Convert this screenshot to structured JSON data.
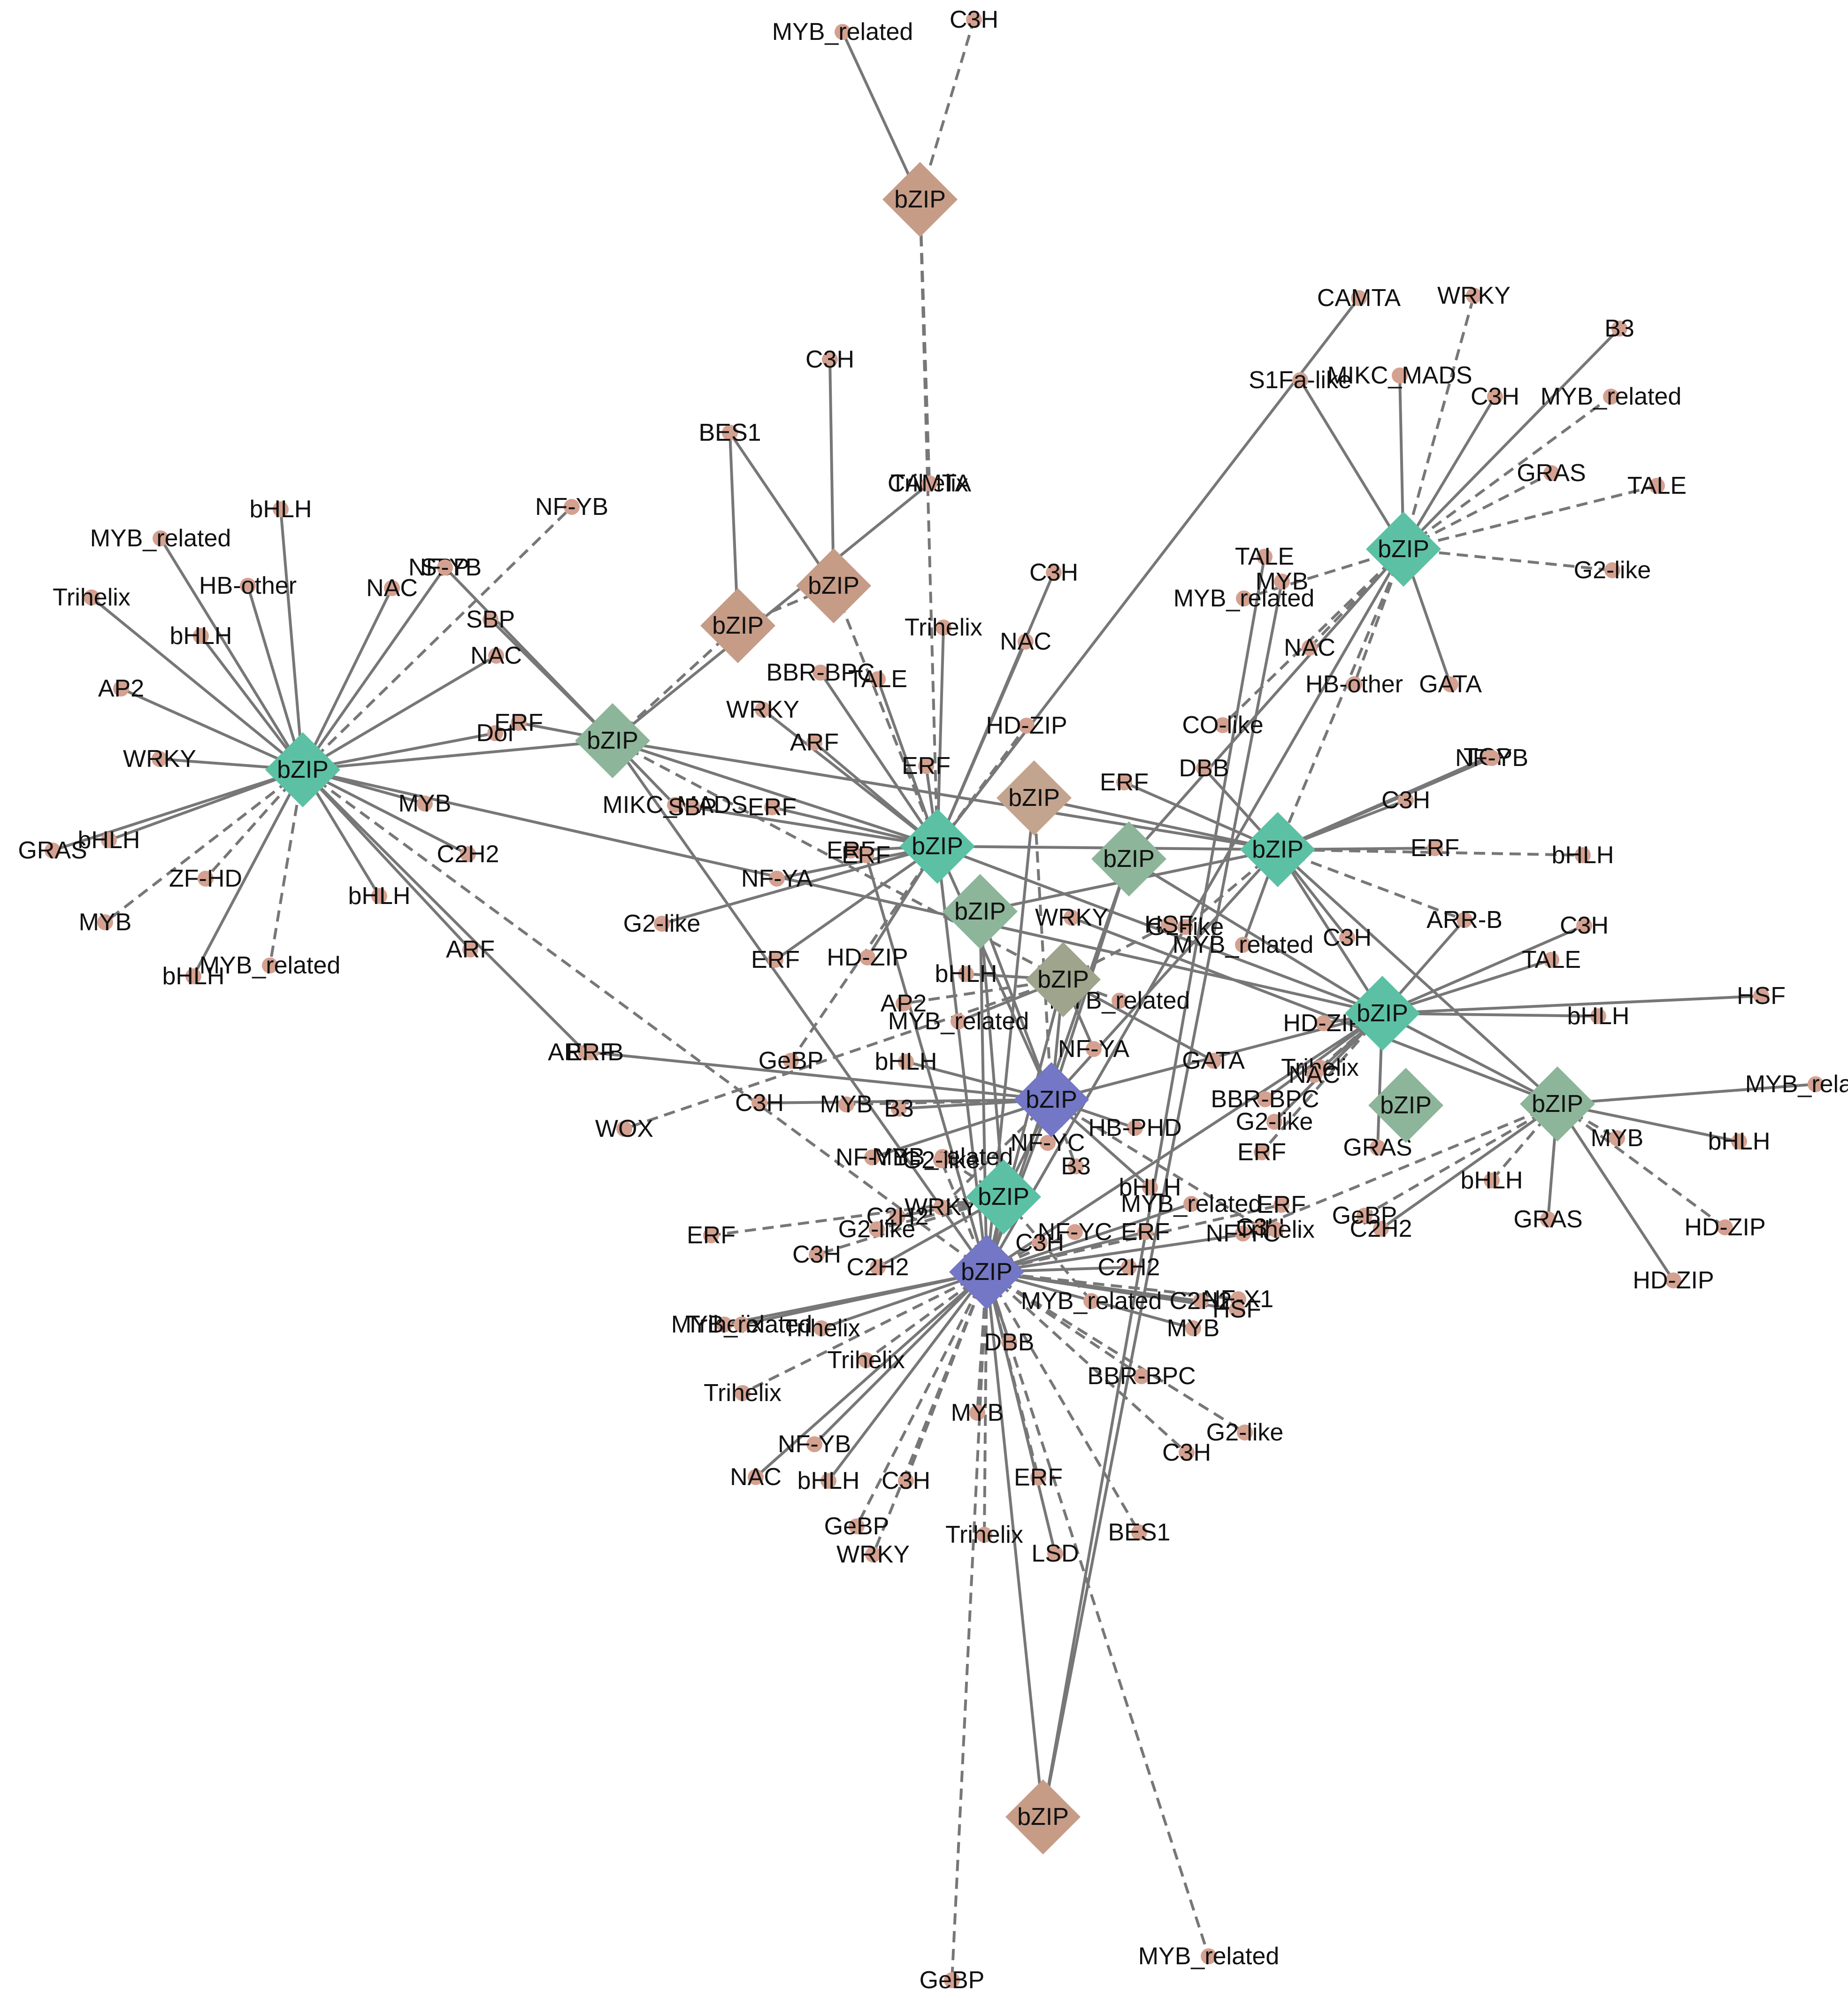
{
  "colors": {
    "hub_teal": "#5cc1a4",
    "hub_sage": "#8db59a",
    "hub_olive": "#9fa48c",
    "hub_violet": "#7377c6",
    "hub_tan": "#c69c87",
    "hub_brown": "#c3a48e",
    "tf_dot": "#d4a190",
    "edge": "#777777"
  },
  "hubs": [
    {
      "id": "H1",
      "label": "bZIP",
      "color": "tan"
    },
    {
      "id": "H2",
      "label": "bZIP",
      "color": "tan"
    },
    {
      "id": "H3",
      "label": "bZIP",
      "color": "tan"
    },
    {
      "id": "H4",
      "label": "bZIP",
      "color": "sage"
    },
    {
      "id": "H5",
      "label": "bZIP",
      "color": "teal"
    },
    {
      "id": "H6",
      "label": "bZIP",
      "color": "sage"
    },
    {
      "id": "H7",
      "label": "bZIP",
      "color": "teal"
    },
    {
      "id": "H8",
      "label": "bZIP",
      "color": "brown"
    },
    {
      "id": "H9",
      "label": "bZIP",
      "color": "sage"
    },
    {
      "id": "H10",
      "label": "bZIP",
      "color": "teal"
    },
    {
      "id": "H11",
      "label": "bZIP",
      "color": "sage"
    },
    {
      "id": "H12",
      "label": "bZIP",
      "color": "olive"
    },
    {
      "id": "H13",
      "label": "bZIP",
      "color": "teal"
    },
    {
      "id": "H14",
      "label": "bZIP",
      "color": "sage"
    },
    {
      "id": "H15",
      "label": "bZIP",
      "color": "teal"
    },
    {
      "id": "H16",
      "label": "bZIP",
      "color": "violet"
    },
    {
      "id": "H17",
      "label": "bZIP",
      "color": "teal"
    },
    {
      "id": "H18",
      "label": "bZIP",
      "color": "violet"
    },
    {
      "id": "H19",
      "label": "bZIP",
      "color": "tan"
    }
  ],
  "tfs": [
    {
      "label": "MYB_related",
      "hub": "H1",
      "edge": "solid"
    },
    {
      "label": "C3H",
      "hub": "H1",
      "edge": "dashed"
    },
    {
      "label": "Trihelix",
      "hub": "H1",
      "edge": "dashed"
    },
    {
      "label": "C3H",
      "hub": "H3",
      "edge": "solid"
    },
    {
      "label": "BES1",
      "hub": "H3",
      "edge": "solid"
    },
    {
      "label": "BES1",
      "hub": "H2",
      "edge": "solid"
    },
    {
      "label": "bHLH",
      "hub": "H5",
      "edge": "solid"
    },
    {
      "label": "MYB_related",
      "hub": "H5",
      "edge": "solid"
    },
    {
      "label": "Trihelix",
      "hub": "H5",
      "edge": "solid"
    },
    {
      "label": "HB-other",
      "hub": "H5",
      "edge": "solid"
    },
    {
      "label": "bHLH",
      "hub": "H5",
      "edge": "solid"
    },
    {
      "label": "SBP",
      "hub": "H5",
      "edge": "solid"
    },
    {
      "label": "AP2",
      "hub": "H5",
      "edge": "solid"
    },
    {
      "label": "NAC",
      "hub": "H5",
      "edge": "solid"
    },
    {
      "label": "WRKY",
      "hub": "H5",
      "edge": "solid"
    },
    {
      "label": "GRAS",
      "hub": "H5",
      "edge": "solid"
    },
    {
      "label": "bHLH",
      "hub": "H5",
      "edge": "solid"
    },
    {
      "label": "ZF-HD",
      "hub": "H5",
      "edge": "dashed"
    },
    {
      "label": "MYB",
      "hub": "H5",
      "edge": "dashed"
    },
    {
      "label": "bHLH",
      "hub": "H5",
      "edge": "solid"
    },
    {
      "label": "MYB_related",
      "hub": "H5",
      "edge": "dashed"
    },
    {
      "label": "bHLH",
      "hub": "H5",
      "edge": "solid"
    },
    {
      "label": "ARF",
      "hub": "H5",
      "edge": "solid"
    },
    {
      "label": "C2H2",
      "hub": "H5",
      "edge": "solid"
    },
    {
      "label": "MYB",
      "hub": "H5",
      "edge": "solid"
    },
    {
      "label": "Dof",
      "hub": "H5",
      "edge": "solid"
    },
    {
      "label": "NAC",
      "hub": "H5",
      "edge": "solid"
    },
    {
      "label": "ARR-B",
      "hub": "H5",
      "edge": "solid"
    },
    {
      "label": "NF-YB",
      "hub": "H5",
      "edge": "dashed"
    },
    {
      "label": "NF-YB",
      "hub": "H4",
      "edge": "solid"
    },
    {
      "label": "SBP",
      "hub": "H4",
      "edge": "solid"
    },
    {
      "label": "MIKC_MADS",
      "hub": "H4",
      "edge": "solid"
    },
    {
      "label": "ERF",
      "hub": "H4",
      "edge": "solid"
    },
    {
      "label": "CAMTA",
      "hub": "H4",
      "edge": "solid"
    },
    {
      "label": "Trihelix",
      "hub": "H7",
      "edge": "solid"
    },
    {
      "label": "C3H",
      "hub": "H7",
      "edge": "solid"
    },
    {
      "label": "NAC",
      "hub": "H7",
      "edge": "solid"
    },
    {
      "label": "BBR-BPC",
      "hub": "H7",
      "edge": "solid"
    },
    {
      "label": "TALE",
      "hub": "H7",
      "edge": "solid"
    },
    {
      "label": "WRKY",
      "hub": "H7",
      "edge": "solid"
    },
    {
      "label": "ARF",
      "hub": "H7",
      "edge": "solid"
    },
    {
      "label": "ERF",
      "hub": "H7",
      "edge": "solid"
    },
    {
      "label": "HD-ZIP",
      "hub": "H7",
      "edge": "dashed"
    },
    {
      "label": "SBP",
      "hub": "H7",
      "edge": "solid"
    },
    {
      "label": "ERF",
      "hub": "H7",
      "edge": "solid"
    },
    {
      "label": "ERF",
      "hub": "H7",
      "edge": "solid"
    },
    {
      "label": "NF-YA",
      "hub": "H7",
      "edge": "solid"
    },
    {
      "label": "G2-like",
      "hub": "H7",
      "edge": "solid"
    },
    {
      "label": "ERF",
      "hub": "H7",
      "edge": "solid"
    },
    {
      "label": "HD-ZIP",
      "hub": "H7",
      "edge": "solid"
    },
    {
      "label": "GeBP",
      "hub": "H7",
      "edge": "dashed"
    },
    {
      "label": "CAMTA",
      "hub": "H7",
      "edge": "solid"
    },
    {
      "label": "WRKY",
      "hub": "H10",
      "edge": "dashed"
    },
    {
      "label": "B3",
      "hub": "H10",
      "edge": "solid"
    },
    {
      "label": "S1Fa-like",
      "hub": "H10",
      "edge": "solid"
    },
    {
      "label": "MIKC_MADS",
      "hub": "H10",
      "edge": "solid"
    },
    {
      "label": "C3H",
      "hub": "H10",
      "edge": "solid"
    },
    {
      "label": "MYB_related",
      "hub": "H10",
      "edge": "dashed"
    },
    {
      "label": "GRAS",
      "hub": "H10",
      "edge": "dashed"
    },
    {
      "label": "TALE",
      "hub": "H10",
      "edge": "dashed"
    },
    {
      "label": "G2-like",
      "hub": "H10",
      "edge": "dashed"
    },
    {
      "label": "MYB_related",
      "hub": "H10",
      "edge": "dashed"
    },
    {
      "label": "NAC",
      "hub": "H10",
      "edge": "dashed"
    },
    {
      "label": "HB-other",
      "hub": "H10",
      "edge": "dashed"
    },
    {
      "label": "GATA",
      "hub": "H10",
      "edge": "solid"
    },
    {
      "label": "CO-like",
      "hub": "H10",
      "edge": "dashed"
    },
    {
      "label": "TCP",
      "hub": "H13",
      "edge": "solid"
    },
    {
      "label": "ERF",
      "hub": "H13",
      "edge": "solid"
    },
    {
      "label": "DBB",
      "hub": "H13",
      "edge": "solid"
    },
    {
      "label": "C3H",
      "hub": "H13",
      "edge": "solid"
    },
    {
      "label": "NF-YB",
      "hub": "H13",
      "edge": "solid"
    },
    {
      "label": "ERF",
      "hub": "H13",
      "edge": "solid"
    },
    {
      "label": "ARR-B",
      "hub": "H13",
      "edge": "dashed"
    },
    {
      "label": "C3H",
      "hub": "H13",
      "edge": "solid"
    },
    {
      "label": "G2-like",
      "hub": "H13",
      "edge": "dashed"
    },
    {
      "label": "MYB_related",
      "hub": "H13",
      "edge": "solid"
    },
    {
      "label": "bHLH",
      "hub": "H13",
      "edge": "dashed"
    },
    {
      "label": "ARR-B",
      "hub": "H15",
      "edge": "solid"
    },
    {
      "label": "C3H",
      "hub": "H15",
      "edge": "solid"
    },
    {
      "label": "TALE",
      "hub": "H15",
      "edge": "solid"
    },
    {
      "label": "bHLH",
      "hub": "H15",
      "edge": "solid"
    },
    {
      "label": "HD-ZIP",
      "hub": "H15",
      "edge": "solid"
    },
    {
      "label": "Trihelix",
      "hub": "H15",
      "edge": "dashed"
    },
    {
      "label": "NAC",
      "hub": "H15",
      "edge": "solid"
    },
    {
      "label": "G2-like",
      "hub": "H15",
      "edge": "solid"
    },
    {
      "label": "GRAS",
      "hub": "H15",
      "edge": "solid"
    },
    {
      "label": "BBR-BPC",
      "hub": "H15",
      "edge": "solid"
    },
    {
      "label": "ERF",
      "hub": "H15",
      "edge": "dashed"
    },
    {
      "label": "HSF",
      "hub": "H15",
      "edge": "solid"
    },
    {
      "label": "MYB_related",
      "hub": "H14",
      "edge": "solid"
    },
    {
      "label": "bHLH",
      "hub": "H14",
      "edge": "solid"
    },
    {
      "label": "MYB",
      "hub": "H14",
      "edge": "dashed"
    },
    {
      "label": "HD-ZIP",
      "hub": "H14",
      "edge": "dashed"
    },
    {
      "label": "GRAS",
      "hub": "H14",
      "edge": "solid"
    },
    {
      "label": "HD-ZIP",
      "hub": "H14",
      "edge": "solid"
    },
    {
      "label": "bHLH",
      "hub": "H14",
      "edge": "dashed"
    },
    {
      "label": "C2H2",
      "hub": "H14",
      "edge": "solid"
    },
    {
      "label": "GeBP",
      "hub": "H14",
      "edge": "dashed"
    },
    {
      "label": "NF-YC",
      "hub": "H14",
      "edge": "dashed"
    },
    {
      "label": "WRKY",
      "hub": "H14",
      "edge": "solid"
    },
    {
      "label": "HSF",
      "hub": "H12",
      "edge": "dashed"
    },
    {
      "label": "MYB_related",
      "hub": "H12",
      "edge": "dashed"
    },
    {
      "label": "bHLH",
      "hub": "H12",
      "edge": "solid"
    },
    {
      "label": "AP2",
      "hub": "H12",
      "edge": "dashed"
    },
    {
      "label": "MYB_related",
      "hub": "H12",
      "edge": "solid"
    },
    {
      "label": "NF-YA",
      "hub": "H12",
      "edge": "solid"
    },
    {
      "label": "GATA",
      "hub": "H12",
      "edge": "solid"
    },
    {
      "label": "WOX",
      "hub": "H12",
      "edge": "dashed"
    },
    {
      "label": "bHLH",
      "hub": "H16",
      "edge": "solid"
    },
    {
      "label": "C3H",
      "hub": "H16",
      "edge": "solid"
    },
    {
      "label": "MYB",
      "hub": "H16",
      "edge": "dashed"
    },
    {
      "label": "B3",
      "hub": "H16",
      "edge": "solid"
    },
    {
      "label": "NF-YC",
      "hub": "H16",
      "edge": "dashed"
    },
    {
      "label": "HB-PHD",
      "hub": "H16",
      "edge": "solid"
    },
    {
      "label": "B3",
      "hub": "H16",
      "edge": "dashed"
    },
    {
      "label": "bHLH",
      "hub": "H16",
      "edge": "solid"
    },
    {
      "label": "C3H",
      "hub": "H16",
      "edge": "dashed"
    },
    {
      "label": "WRKY",
      "hub": "H16",
      "edge": "dashed"
    },
    {
      "label": "ERF",
      "hub": "H16",
      "edge": "solid"
    },
    {
      "label": "NF-YB",
      "hub": "H16",
      "edge": "solid"
    },
    {
      "label": "MYB_related",
      "hub": "H17",
      "edge": "dashed"
    },
    {
      "label": "C2H2",
      "hub": "H17",
      "edge": "solid"
    },
    {
      "label": "ERF",
      "hub": "H17",
      "edge": "dashed"
    },
    {
      "label": "C3H",
      "hub": "H17",
      "edge": "dashed"
    },
    {
      "label": "G2-like",
      "hub": "H17",
      "edge": "dashed"
    },
    {
      "label": "MYB_related",
      "hub": "H17",
      "edge": "dashed"
    },
    {
      "label": "C2H2",
      "hub": "H17",
      "edge": "solid"
    },
    {
      "label": "ERF",
      "hub": "H18",
      "edge": "solid"
    },
    {
      "label": "Trihelix",
      "hub": "H18",
      "edge": "solid"
    },
    {
      "label": "Trihelix",
      "hub": "H18",
      "edge": "dashed"
    },
    {
      "label": "Trihelix",
      "hub": "H18",
      "edge": "dashed"
    },
    {
      "label": "MYB_related",
      "hub": "H18",
      "edge": "solid"
    },
    {
      "label": "Trihelix",
      "hub": "H18",
      "edge": "solid"
    },
    {
      "label": "NF-YB",
      "hub": "H18",
      "edge": "solid"
    },
    {
      "label": "NAC",
      "hub": "H18",
      "edge": "solid"
    },
    {
      "label": "bHLH",
      "hub": "H18",
      "edge": "solid"
    },
    {
      "label": "C3H",
      "hub": "H18",
      "edge": "dashed"
    },
    {
      "label": "GeBP",
      "hub": "H18",
      "edge": "dashed"
    },
    {
      "label": "Trihelix",
      "hub": "H18",
      "edge": "dashed"
    },
    {
      "label": "MYB",
      "hub": "H18",
      "edge": "dashed"
    },
    {
      "label": "WRKY",
      "hub": "H18",
      "edge": "dashed"
    },
    {
      "label": "DBB",
      "hub": "H18",
      "edge": "solid"
    },
    {
      "label": "ERF",
      "hub": "H18",
      "edge": "dashed"
    },
    {
      "label": "LSD",
      "hub": "H18",
      "edge": "solid"
    },
    {
      "label": "BES1",
      "hub": "H18",
      "edge": "dashed"
    },
    {
      "label": "BBR-BPC",
      "hub": "H18",
      "edge": "dashed"
    },
    {
      "label": "C3H",
      "hub": "H18",
      "edge": "dashed"
    },
    {
      "label": "G2-like",
      "hub": "H18",
      "edge": "dashed"
    },
    {
      "label": "MYB",
      "hub": "H18",
      "edge": "solid"
    },
    {
      "label": "NF-X1",
      "hub": "H18",
      "edge": "dashed"
    },
    {
      "label": "C2H2",
      "hub": "H18",
      "edge": "solid"
    },
    {
      "label": "ERF",
      "hub": "H18",
      "edge": "solid"
    },
    {
      "label": "C2H2",
      "hub": "H18",
      "edge": "solid"
    },
    {
      "label": "MYB_related",
      "hub": "H18",
      "edge": "solid"
    },
    {
      "label": "C3H",
      "hub": "H18",
      "edge": "dashed"
    },
    {
      "label": "G2-like",
      "hub": "H18",
      "edge": "dashed"
    },
    {
      "label": "ERF",
      "hub": "H18",
      "edge": "dashed"
    },
    {
      "label": "Trihelix",
      "hub": "H18",
      "edge": "solid"
    },
    {
      "label": "HSF",
      "hub": "H18",
      "edge": "solid"
    },
    {
      "label": "NF-YC",
      "hub": "H18",
      "edge": "dashed"
    },
    {
      "label": "GeBP",
      "hub": "H18",
      "edge": "dashed"
    },
    {
      "label": "MYB_related",
      "hub": "H18",
      "edge": "dashed"
    },
    {
      "label": "TALE",
      "hub": "H19",
      "edge": "solid"
    },
    {
      "label": "MYB",
      "hub": "H19",
      "edge": "solid"
    }
  ],
  "hub_links": [
    {
      "a": "H1",
      "b": "H7",
      "edge": "dashed"
    },
    {
      "a": "H2",
      "b": "H3",
      "edge": "dashed"
    },
    {
      "a": "H2",
      "b": "H4",
      "edge": "dashed"
    },
    {
      "a": "H3",
      "b": "H7",
      "edge": "dashed"
    },
    {
      "a": "H4",
      "b": "H5",
      "edge": "solid"
    },
    {
      "a": "H4",
      "b": "H7",
      "edge": "solid"
    },
    {
      "a": "H4",
      "b": "H13",
      "edge": "solid"
    },
    {
      "a": "H4",
      "b": "H18",
      "edge": "solid"
    },
    {
      "a": "H4",
      "b": "H12",
      "edge": "dashed"
    },
    {
      "a": "H5",
      "b": "H15",
      "edge": "solid"
    },
    {
      "a": "H5",
      "b": "H18",
      "edge": "dashed"
    },
    {
      "a": "H7",
      "b": "H13",
      "edge": "solid"
    },
    {
      "a": "H7",
      "b": "H16",
      "edge": "solid"
    },
    {
      "a": "H7",
      "b": "H18",
      "edge": "solid"
    },
    {
      "a": "H7",
      "b": "H15",
      "edge": "solid"
    },
    {
      "a": "H8",
      "b": "H16",
      "edge": "dashed"
    },
    {
      "a": "H8",
      "b": "H13",
      "edge": "solid"
    },
    {
      "a": "H8",
      "b": "H18",
      "edge": "solid"
    },
    {
      "a": "H9",
      "b": "H13",
      "edge": "solid"
    },
    {
      "a": "H9",
      "b": "H16",
      "edge": "solid"
    },
    {
      "a": "H9",
      "b": "H18",
      "edge": "solid"
    },
    {
      "a": "H10",
      "b": "H13",
      "edge": "dashed"
    },
    {
      "a": "H10",
      "b": "H18",
      "edge": "solid"
    },
    {
      "a": "H10",
      "b": "H11",
      "edge": "solid"
    },
    {
      "a": "H11",
      "b": "H15",
      "edge": "solid"
    },
    {
      "a": "H11",
      "b": "H18",
      "edge": "solid"
    },
    {
      "a": "H12",
      "b": "H16",
      "edge": "solid"
    },
    {
      "a": "H12",
      "b": "H18",
      "edge": "solid"
    },
    {
      "a": "H13",
      "b": "H15",
      "edge": "solid"
    },
    {
      "a": "H13",
      "b": "H16",
      "edge": "solid"
    },
    {
      "a": "H13",
      "b": "H14",
      "edge": "solid"
    },
    {
      "a": "H15",
      "b": "H16",
      "edge": "solid"
    },
    {
      "a": "H15",
      "b": "H18",
      "edge": "solid"
    },
    {
      "a": "H15",
      "b": "H14",
      "edge": "solid"
    },
    {
      "a": "H16",
      "b": "H17",
      "edge": "solid"
    },
    {
      "a": "H16",
      "b": "H18",
      "edge": "solid"
    },
    {
      "a": "H17",
      "b": "H18",
      "edge": "solid"
    },
    {
      "a": "H9",
      "b": "H17",
      "edge": "solid"
    },
    {
      "a": "H11",
      "b": "H16",
      "edge": "solid"
    },
    {
      "a": "H18",
      "b": "H19",
      "edge": "solid"
    }
  ]
}
